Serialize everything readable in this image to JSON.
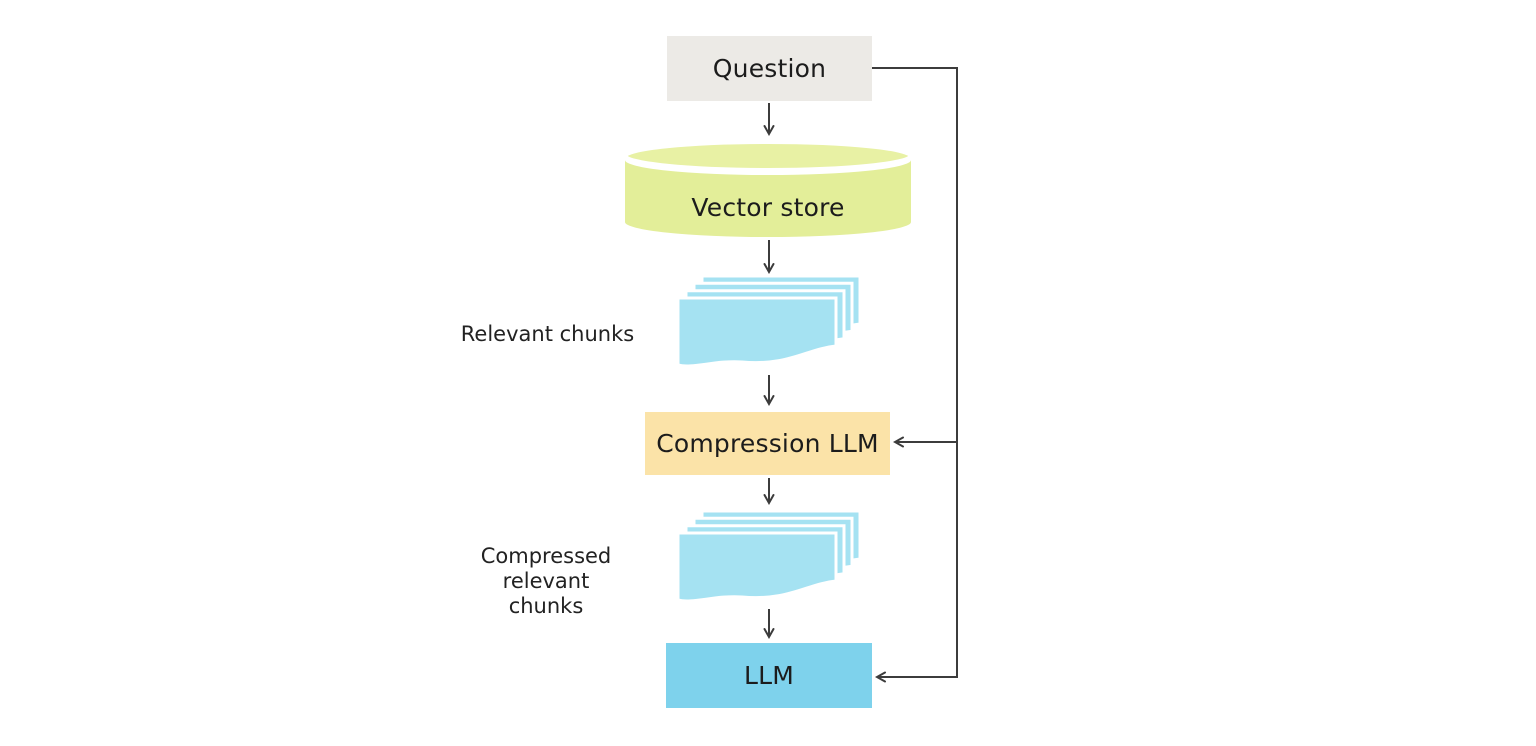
{
  "diagram": {
    "background": "#ffffff",
    "line_color": "#3c3c3c",
    "text_color": "#1c1c1c",
    "nodes": {
      "question": {
        "label": "Question",
        "shape": "rectangle",
        "fill": "#eceae6"
      },
      "vector_store": {
        "label": "Vector store",
        "shape": "cylinder",
        "fill": "#e3ee99"
      },
      "relevant_chunks": {
        "label": "Relevant chunks",
        "shape": "document-stack",
        "fill": "#a5e2f2"
      },
      "compression_llm": {
        "label": "Compression LLM",
        "shape": "rectangle",
        "fill": "#fbe3a8"
      },
      "compressed_relevant_chunks": {
        "label": "Compressed relevant chunks",
        "shape": "document-stack",
        "fill": "#a5e2f2"
      },
      "llm": {
        "label": "LLM",
        "shape": "rectangle",
        "fill": "#7ed2ec"
      }
    },
    "edges": [
      {
        "from": "question",
        "to": "vector_store",
        "style": "arrow"
      },
      {
        "from": "vector_store",
        "to": "relevant_chunks",
        "style": "arrow"
      },
      {
        "from": "relevant_chunks",
        "to": "compression_llm",
        "style": "arrow"
      },
      {
        "from": "compression_llm",
        "to": "compressed_relevant_chunks",
        "style": "arrow"
      },
      {
        "from": "compressed_relevant_chunks",
        "to": "llm",
        "style": "arrow"
      },
      {
        "from": "question",
        "to": "compression_llm",
        "style": "arrow",
        "route": "right-side-feedback"
      },
      {
        "from": "question",
        "to": "llm",
        "style": "arrow",
        "route": "right-side-feedback"
      }
    ]
  }
}
